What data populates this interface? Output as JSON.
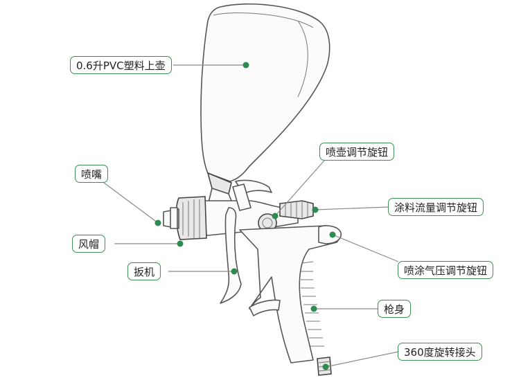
{
  "callouts": {
    "cup": "0.6升PVC塑料上壶",
    "nozzle": "喷嘴",
    "air_cap": "风帽",
    "trigger": "扳机",
    "cup_adjust_knob": "喷壶调节旋钮",
    "fluid_flow_knob": "涂料流量调节旋钮",
    "air_pressure_knob": "喷涂气压调节旋钮",
    "gun_body": "枪身",
    "swivel_connector": "360度旋转接头"
  },
  "colors": {
    "accent": "#2e8b4f",
    "label_border": "#3a8f55",
    "leader": "#8a8a8a"
  }
}
